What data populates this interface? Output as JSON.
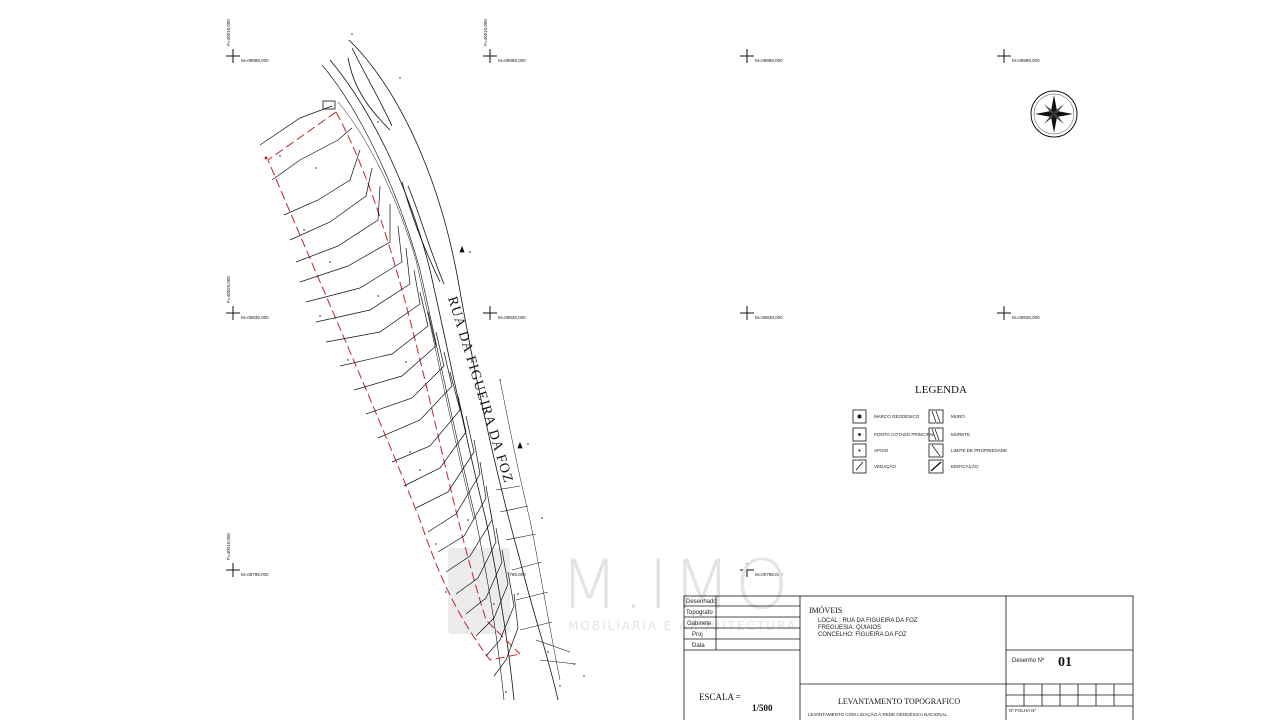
{
  "street_name": "RUA DA FIGUEIRA DA FOZ",
  "grid_labels": {
    "upper": "P=40010,000",
    "x_a": "M=08888,000",
    "x_b": "M=09838,000",
    "x_c": "M=09788,000",
    "y_mid": "P=40029,000",
    "y_low": "P=40019,000"
  },
  "legend": {
    "title": "LEGENDA",
    "items_left": [
      "MARCO GEODÉSICO",
      "PONTO COTADO PRINCIPAL",
      "APOIO",
      "VEDAÇÃO"
    ],
    "items_right": [
      "MURO",
      "MURETE",
      "LIMITE DE PROPRIEDADE",
      "EDIFICAÇÃO"
    ]
  },
  "watermark": {
    "brand": "M.IMO",
    "tagline": "MOBILIARIA E ARQUITECTURA"
  },
  "title_block": {
    "roles": [
      "Desenhado",
      "Topografo",
      "Gabinete",
      "Proj",
      "Data"
    ],
    "client_label": "IMÓVEIS",
    "local": "LOCAL : RUA DA FIGUEIRA DA FOZ",
    "freguesia": "FREGUESIA: QUIAIOS",
    "concelho": "CONCELHO: FIGUEIRA DA FOZ",
    "drawing_label": "Desenho Nº",
    "drawing_number": "01",
    "scale_label": "ESCALA =",
    "scale_value": "1/500",
    "survey_title": "LEVANTAMENTO TOPOGRAFICO",
    "survey_subtitle": "LEVANTAMENTO COM LIGAÇÃO À REDE GEODÉSICA NACIONAL",
    "sheet_label": "Nº FOLHA Nº"
  }
}
